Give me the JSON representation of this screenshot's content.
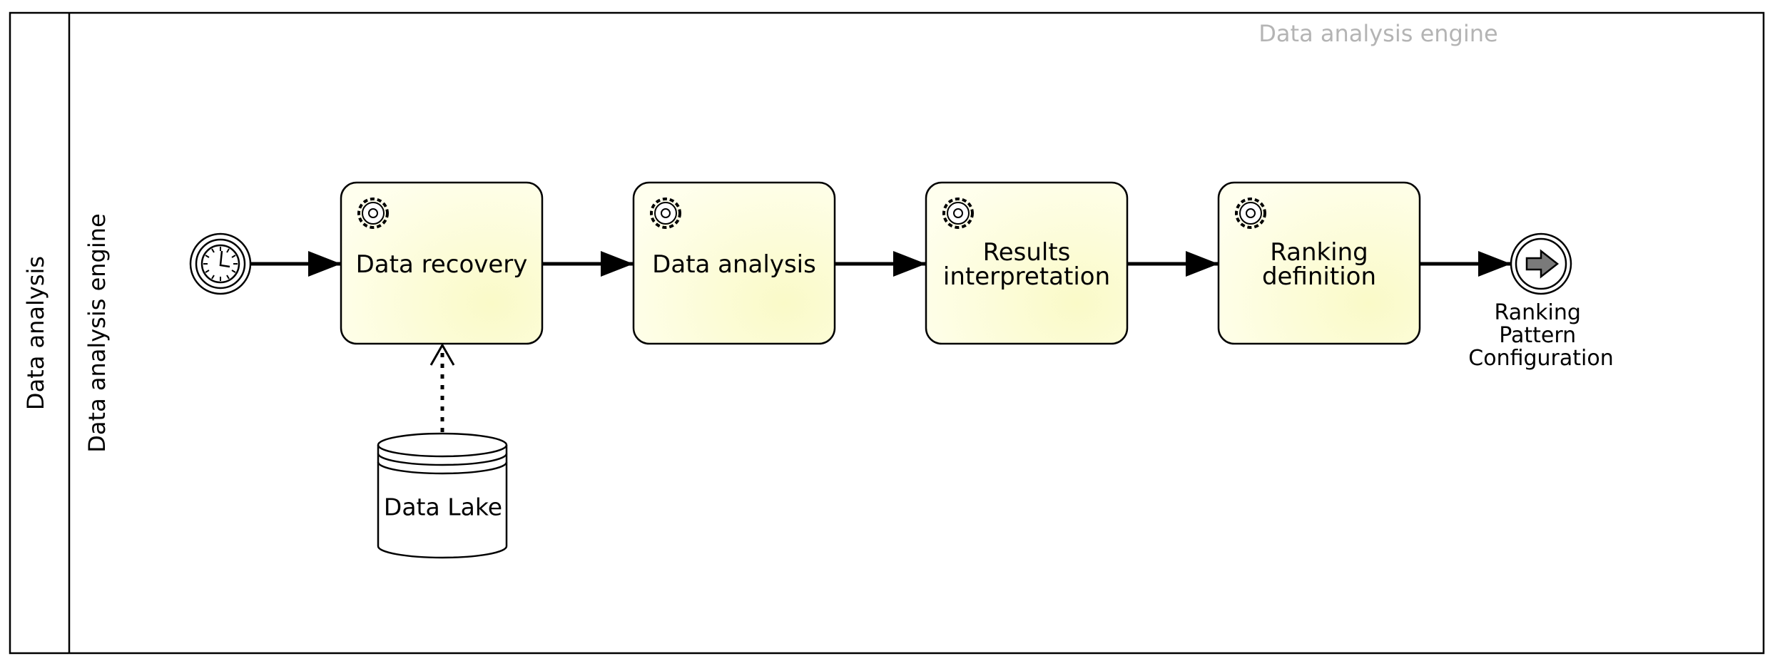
{
  "pool": {
    "label": "Data analysis"
  },
  "lane": {
    "label": "Data analysis engine",
    "watermark": "Data analysis engine"
  },
  "tasks": [
    {
      "id": "data-recovery",
      "lines": [
        "Data recovery"
      ]
    },
    {
      "id": "data-analysis",
      "lines": [
        "Data analysis"
      ]
    },
    {
      "id": "results-interpretation",
      "lines": [
        "Results",
        "interpretation"
      ]
    },
    {
      "id": "ranking-definition",
      "lines": [
        "Ranking",
        "definition"
      ]
    }
  ],
  "start_event": {
    "type": "timer",
    "icon": "clock-icon"
  },
  "end_event": {
    "type": "message-throw",
    "icon": "arrow-right-icon",
    "lines": [
      "Ranking",
      "Pattern",
      "Configuration"
    ]
  },
  "data_store": {
    "label": "Data Lake",
    "icon": "database-icon"
  },
  "task_icon": "gear-icon",
  "colors": {
    "task_fill_light": "#ffffee",
    "task_fill_dark": "#fafac8",
    "stroke": "#000000",
    "watermark": "#b4b4b4",
    "end_arrow_fill": "#7a7a7a"
  }
}
